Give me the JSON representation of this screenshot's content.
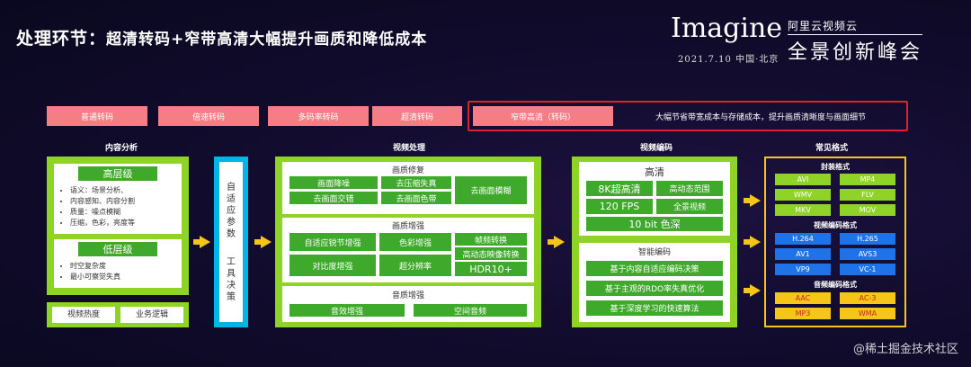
{
  "title": {
    "main": "处理环节：",
    "sub": "超清转码+窄带高清大幅提升画质和降低成本"
  },
  "logo": {
    "word": "Imagine",
    "date": "2021.7.10  中国·北京",
    "company": "阿里云视频云",
    "summit": "全景创新峰会"
  },
  "topbar": {
    "items": [
      "普通转码",
      "倍速转码",
      "多码率转码",
      "超清转码",
      "窄带高清（转码）"
    ],
    "description": "大幅节省带宽成本与存储成本，提升画质清晰度与画面细节"
  },
  "headings": {
    "content": "内容分析",
    "video": "视频处理",
    "encode": "视频编码",
    "formats": "常见格式"
  },
  "content": {
    "high_title": "高层级",
    "high_items": [
      "语义：场景分析、",
      "内容感知、内容分割",
      "质量：噪点模糊",
      "压缩，色彩，亮度等"
    ],
    "low_title": "低层级",
    "low_items": [
      "时空复杂度",
      "最小可察觉失真"
    ],
    "bottom": [
      "视频热度",
      "业务逻辑"
    ]
  },
  "tools": {
    "chars": [
      "自",
      "适",
      "应",
      "参",
      "数",
      "",
      "工",
      "具",
      "决",
      "策"
    ]
  },
  "video": {
    "repair": {
      "title": "画质修复",
      "items": [
        "画面降噪",
        "去压缩失真",
        "去画面交错",
        "去画面色带",
        "去画面模糊"
      ]
    },
    "enhance": {
      "title": "画质增强",
      "items": [
        "自适应锐节增强",
        "色彩增强",
        "帧频转换",
        "高动态映像转换",
        "对比度增强",
        "超分辨率",
        "HDR10+"
      ]
    },
    "audio": {
      "title": "音质增强",
      "items": [
        "音效增强",
        "空间音频"
      ]
    }
  },
  "encode": {
    "hd": {
      "title": "高清",
      "items": [
        "8K超高清",
        "高动态范围",
        "120 FPS",
        "全景视频",
        "10 bit 色深"
      ]
    },
    "smart": {
      "title": "智能编码",
      "items": [
        "基于内容自适应编码决策",
        "基于主观的RDO率失真优化",
        "基于深度学习的快速算法"
      ]
    }
  },
  "formats": {
    "container": {
      "title": "封装格式",
      "items": [
        "AVI",
        "MP4",
        "WMV",
        "FLV",
        "MKV",
        "MOV"
      ]
    },
    "video": {
      "title": "视频编码格式",
      "items": [
        "H.264",
        "H.265",
        "AV1",
        "AVS3",
        "VP9",
        "VC-1"
      ]
    },
    "audio": {
      "title": "音频编码格式",
      "items": [
        "AAC",
        "AC-3",
        "MP3",
        "WMA"
      ]
    }
  },
  "watermark": "@稀土掘金技术社区",
  "colors": {
    "green": "#8fd326",
    "dark_green": "#3fa92b",
    "pink": "#f47d86",
    "red": "#e0202a",
    "yellow": "#f5c518",
    "blue": "#1e73e8",
    "cyan": "#00b4e6"
  }
}
